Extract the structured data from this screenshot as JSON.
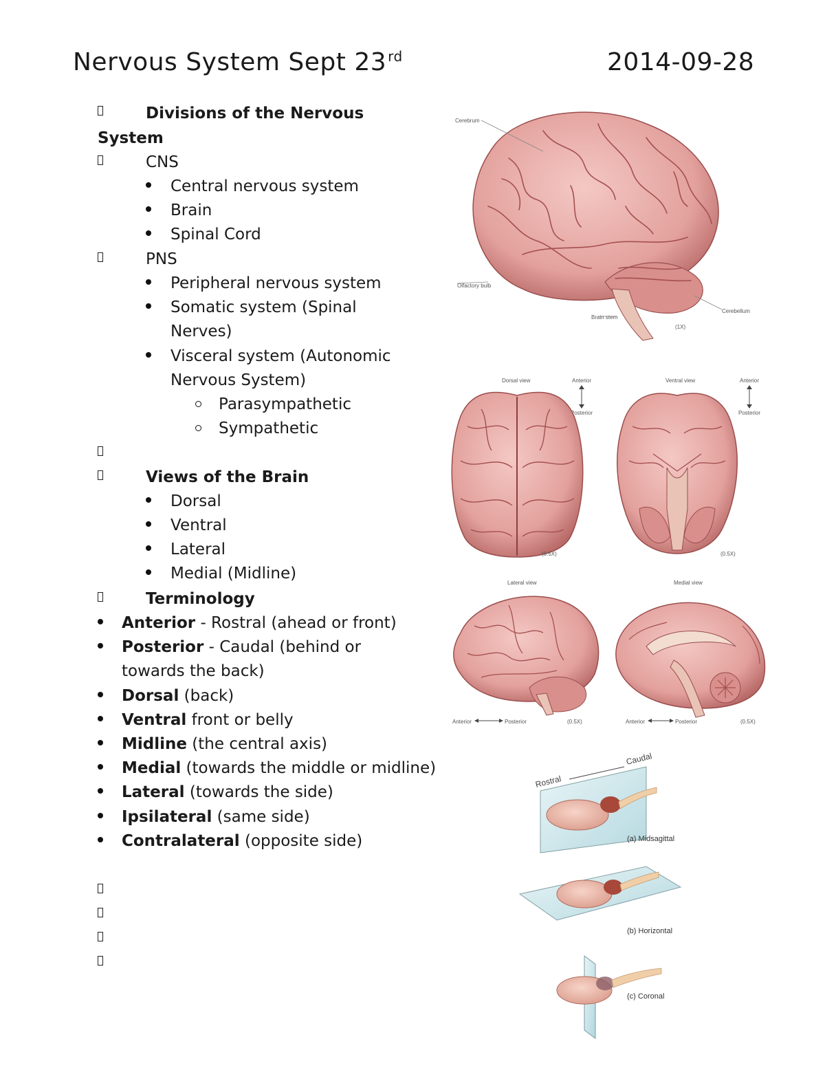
{
  "header": {
    "title": "Nervous System Sept 23",
    "title_sup": "rd",
    "date": "2014-09-28"
  },
  "notes": {
    "divisions_heading_1": "Divisions of the Nervous",
    "divisions_heading_2": "System",
    "cns": "CNS",
    "cns_items": [
      "Central nervous system",
      "Brain",
      "Spinal Cord"
    ],
    "pns": "PNS",
    "pns_items": [
      "Peripheral nervous system",
      "Somatic system (Spinal",
      "Nerves)",
      "Visceral system (Autonomic",
      "Nervous System)"
    ],
    "visceral_subitems": [
      "Parasympathetic",
      "Sympathetic"
    ],
    "views_heading": "Views of the Brain",
    "views_items": [
      "Dorsal",
      "Ventral",
      "Lateral",
      "Medial (Midline)"
    ],
    "terminology_heading": "Terminology",
    "terms": [
      {
        "term": "Anterior",
        "desc": " - Rostral (ahead or front)"
      },
      {
        "term": "Posterior",
        "desc": " - Caudal (behind or"
      },
      {
        "term": "",
        "desc": "towards the back)"
      },
      {
        "term": "Dorsal",
        "desc": " (back)"
      },
      {
        "term": "Ventral",
        "desc": " front or belly"
      },
      {
        "term": "Midline",
        "desc": " (the central axis)"
      },
      {
        "term": "Medial",
        "desc": " (towards the middle or midline)"
      },
      {
        "term": "Lateral",
        "desc": " (towards the side)"
      },
      {
        "term": "Ipsilateral",
        "desc": " (same side)"
      },
      {
        "term": "Contralateral",
        "desc": " (opposite side)"
      }
    ]
  },
  "figures": {
    "fig1_labels": [
      "Cerebrum",
      "Olfactory bulb",
      "Brain stem",
      "Cerebellum",
      "(1X)"
    ],
    "dorsal_view": "Dorsal view",
    "ventral_view": "Ventral view",
    "anterior": "Anterior",
    "posterior": "Posterior",
    "scale_05": "(0.5X)",
    "lateral_view": "Lateral view",
    "medial_view": "Medial view",
    "rostral": "Rostral",
    "caudal": "Caudal",
    "midsagittal": "(a) Midsagittal",
    "horizontal": "(b) Horizontal",
    "coronal": "(c) Coronal"
  },
  "colors": {
    "brain_fill": "#e8a9a5",
    "brain_stroke": "#9a4d4d",
    "plane": "#bfe0e6"
  }
}
